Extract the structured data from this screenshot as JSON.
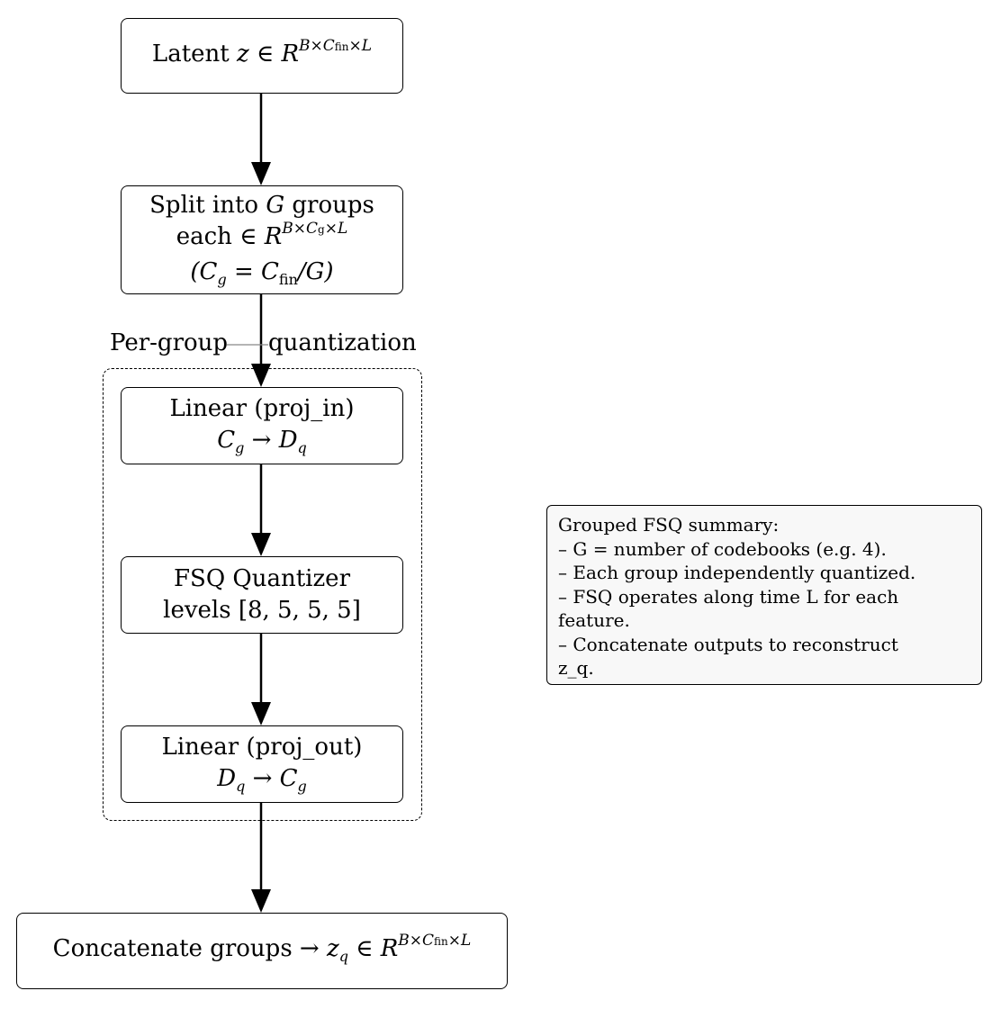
{
  "nodes": {
    "latent": {
      "text": "Latent",
      "var": "z",
      "in": "∈",
      "set": "R",
      "sup": "B×C",
      "sup_sub": "fin",
      "sup_tail": "×L"
    },
    "split": {
      "line1_pre": "Split into",
      "line1_var": "G",
      "line1_post": "groups",
      "line2_pre": "each",
      "line2_in": "∈",
      "line2_set": "R",
      "line2_sup": "B×C",
      "line2_sup_sub": "g",
      "line2_sup_tail": "×L",
      "line3": "(C",
      "line3_sub": "g",
      "line3_mid": " = C",
      "line3_sub2": "fin",
      "line3_tail": "/G)"
    },
    "proj_in": {
      "line1": "Linear (proj_in)",
      "line2_a": "C",
      "line2_a_sub": "g",
      "line2_arrow": " → ",
      "line2_b": "D",
      "line2_b_sub": "q"
    },
    "fsq": {
      "line1": "FSQ Quantizer",
      "line2": "levels [8, 5, 5, 5]"
    },
    "proj_out": {
      "line1": "Linear (proj_out)",
      "line2_a": "D",
      "line2_a_sub": "q",
      "line2_arrow": " → ",
      "line2_b": "C",
      "line2_b_sub": "g"
    },
    "concat": {
      "text": "Concatenate groups →",
      "var": "z",
      "var_sub": "q",
      "in": "∈",
      "set": "R",
      "sup": "B×C",
      "sup_sub": "fin",
      "sup_tail": "×L"
    }
  },
  "group_label": {
    "left": "Per-group",
    "right": "quantization"
  },
  "summary": {
    "title": "Grouped FSQ summary:",
    "lines": [
      "– G = number of codebooks (e.g. 4).",
      "– Each group independently quantized.",
      "– FSQ operates along time L for each",
      "feature.",
      "– Concatenate outputs to reconstruct",
      "z_q."
    ]
  }
}
